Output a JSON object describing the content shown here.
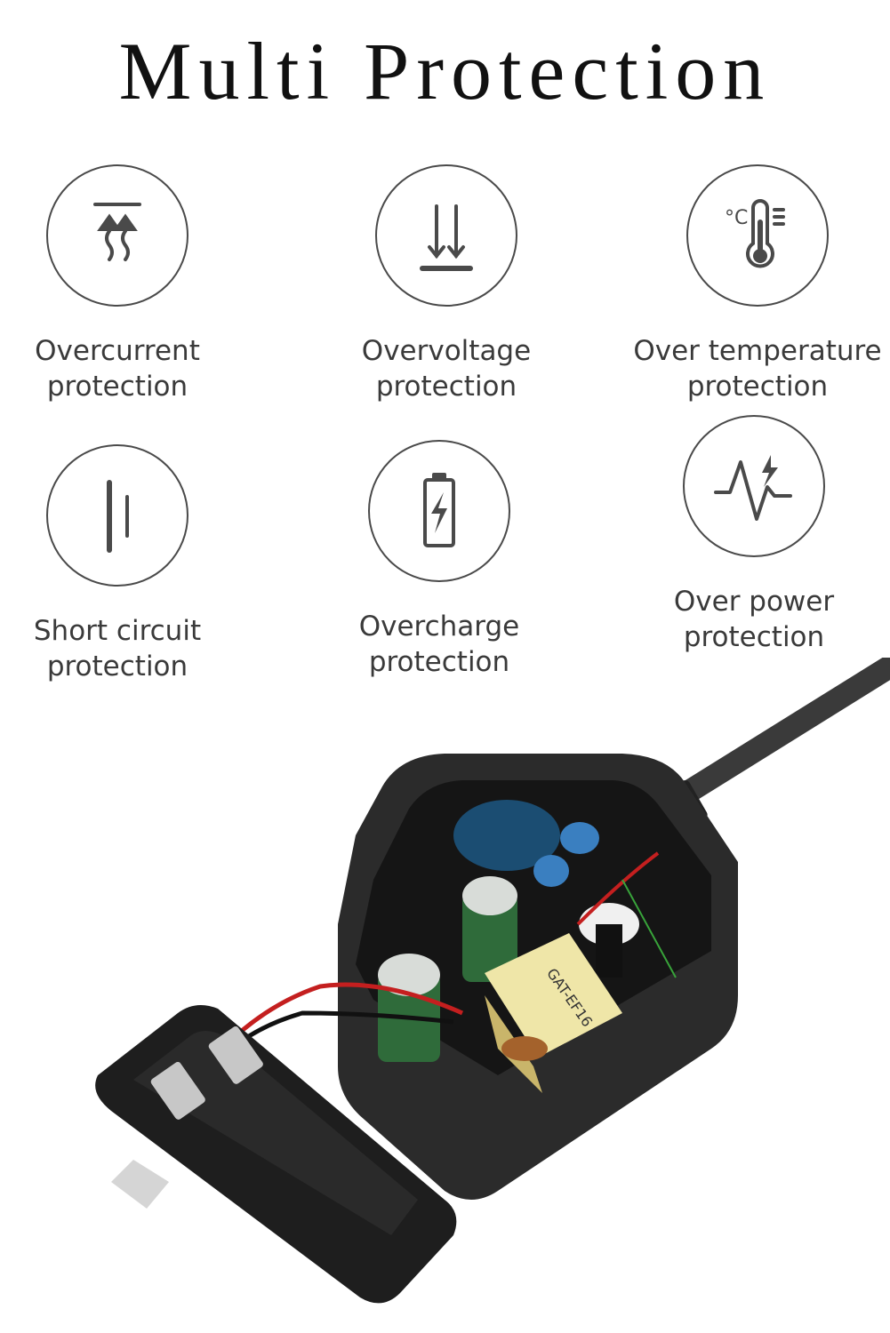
{
  "title": "Multi Protection",
  "features": [
    {
      "line1": "Overcurrent",
      "line2": "protection",
      "icon": "overcurrent-icon"
    },
    {
      "line1": "Overvoltage",
      "line2": "protection",
      "icon": "overvoltage-icon"
    },
    {
      "line1": "Over temperature",
      "line2": "protection",
      "icon": "thermometer-icon"
    },
    {
      "line1": "Short circuit",
      "line2": "protection",
      "icon": "short-circuit-icon"
    },
    {
      "line1": "Overcharge",
      "line2": "protection",
      "icon": "battery-icon"
    },
    {
      "line1": "Over power",
      "line2": "protection",
      "icon": "power-pulse-icon"
    }
  ],
  "thermometer_unit": "°C",
  "transformer_label": "GAT-EF16",
  "colors": {
    "icon_stroke": "#4a4a4a",
    "text": "#3a3a3a",
    "adapter_body": "#2b2b2b"
  }
}
